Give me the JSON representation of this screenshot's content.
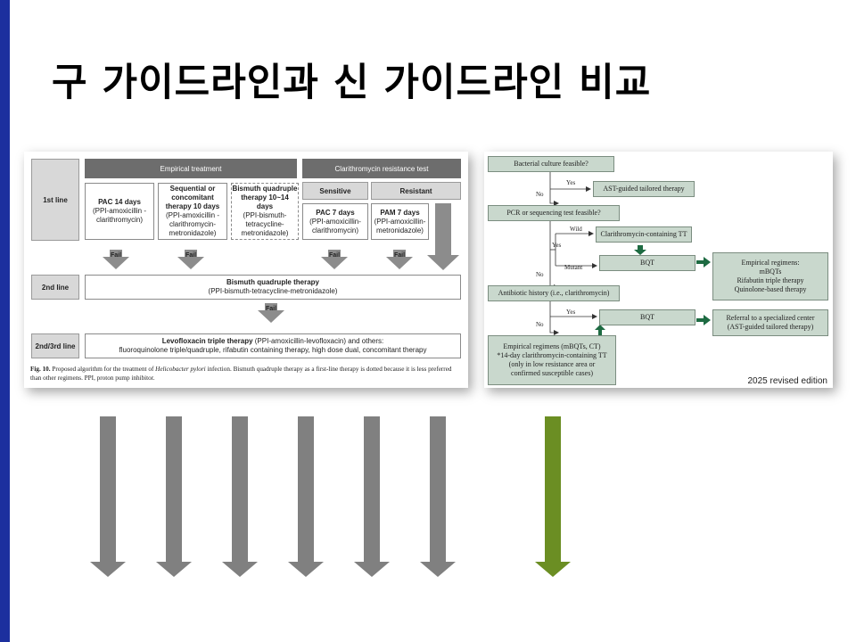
{
  "slide": {
    "title": "구 가이드라인과 신 가이드라인 비교",
    "colors": {
      "left_bar": "#1c2f9e",
      "old_arrow": "#808080",
      "new_arrow": "#6b8e23",
      "flow_arrow": "#2e6b4a"
    }
  },
  "old_guideline": {
    "row_labels": [
      "1st line",
      "2nd line",
      "2nd/3rd line"
    ],
    "header_empirical": "Empirical treatment",
    "header_clarithro": "Clarithromycin resistance test",
    "sensitive": "Sensitive",
    "resistant": "Resistant",
    "boxes": [
      {
        "title": "PAC 14 days",
        "detail": "(PPI-amoxicillin -clarithromycin)"
      },
      {
        "title": "Sequential or concomitant therapy 10 days",
        "detail": "(PPI-amoxicillin -clarithromycin- metronidazole)"
      },
      {
        "title": "Bismuth quadruple therapy 10~14 days",
        "detail": "(PPI-bismuth- tetracycline- metronidazole)"
      },
      {
        "title": "PAC 7 days",
        "detail": "(PPI-amoxicillin- clarithromycin)"
      },
      {
        "title": "PAM 7 days",
        "detail": "(PPI-amoxicillin- metronidazole)"
      }
    ],
    "fail": "Fail",
    "second_line_title": "Bismuth quadruple therapy",
    "second_line_detail": "(PPI-bismuth-tetracycline-metronidazole)",
    "third_line_title": "Levofloxacin triple therapy",
    "third_line_title_rest": " (PPI-amoxicillin-levofloxacin) and others:",
    "third_line_detail": "fluoroquinolone triple/quadruple, rifabutin containing therapy, high dose dual, concomitant therapy",
    "caption_label": "Fig. 10.",
    "caption_a": " Proposed algorithm for the treatment of ",
    "caption_italic": "Helicobacter pylori",
    "caption_b": " infection. Bismuth quadruple therapy as a first-line therapy is dotted because it is less preferred than other regimens. PPI, proton pump inhibitor."
  },
  "new_guideline": {
    "bacterial_culture": "Bacterial culture feasible?",
    "ast_guided": "AST-guided tailored therapy",
    "pcr": "PCR or sequencing test feasible?",
    "clarithro_tt": "Clarithromycin-containing TT",
    "bqt": "BQT",
    "empirical_title": "Empirical regimens:",
    "empirical_items": [
      "mBQTs",
      "Rifabutin triple therapy",
      "Quinolone-based therapy"
    ],
    "antibiotic_history": "Antibiotic history (i.e., clarithromycin)",
    "referral_title": "Referral to a specialized center",
    "referral_detail": "(AST-guided tailored therapy)",
    "empirical2": [
      "Empirical regimens (mBQTs, CT)",
      "*14-day clarithromycin-containing TT",
      "(only in low resistance area or",
      "confirmed susceptible cases)"
    ],
    "yes": "Yes",
    "no": "No",
    "wild": "Wild",
    "mutant": "Mutant",
    "edition": "2025 revised edition"
  }
}
